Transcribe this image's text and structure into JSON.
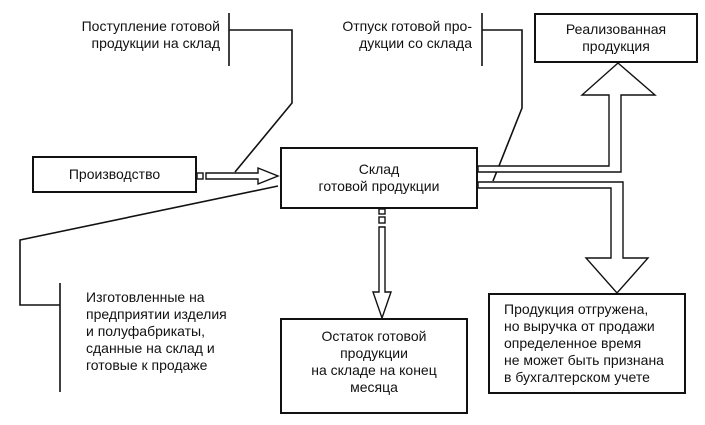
{
  "boxes": {
    "production": {
      "lines": [
        "Производство"
      ]
    },
    "warehouse": {
      "lines": [
        "Склад",
        "готовой продукции"
      ]
    },
    "sold": {
      "lines": [
        "Реализованная",
        "продукция"
      ]
    },
    "remainder": {
      "lines": [
        "Остаток готовой",
        "продукции",
        "на складе на конец",
        "месяца"
      ]
    },
    "shipped": {
      "lines": [
        "Продукция отгружена,",
        "но выручка от продажи",
        "определенное время",
        "не может быть признана",
        "в бухгалтерском учете"
      ]
    }
  },
  "annotations": {
    "receipt": {
      "lines": [
        "Поступление готовой",
        "продукции на склад"
      ]
    },
    "release": {
      "lines": [
        "Отпуск готовой про-",
        "дукции со склада"
      ]
    },
    "manufactured": {
      "lines": [
        "Изготовленные на",
        "предприятии изделия",
        "и полуфабрикаты,",
        "сданные на склад и",
        "готовые к продаже"
      ]
    }
  }
}
